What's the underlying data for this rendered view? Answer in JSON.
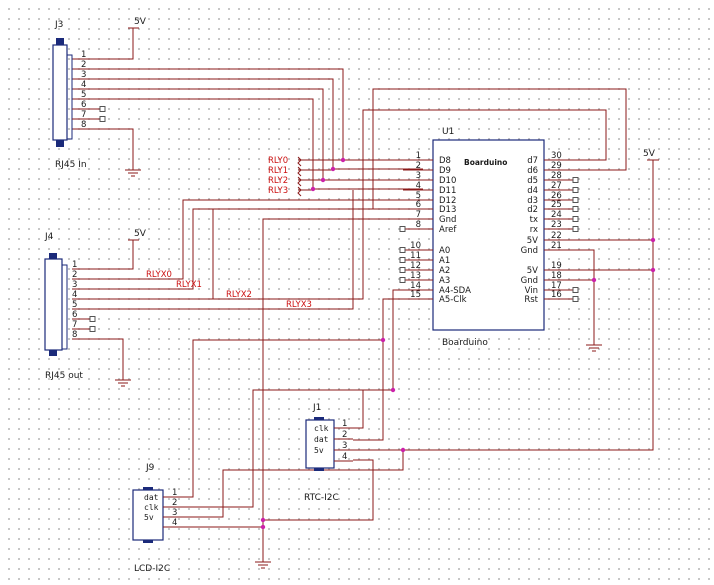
{
  "power": {
    "label": "5V"
  },
  "j3": {
    "ref": "J3",
    "name": "RJ45 In",
    "pins": [
      "1",
      "2",
      "3",
      "4",
      "5",
      "6",
      "7",
      "8"
    ]
  },
  "j4": {
    "ref": "J4",
    "name": "RJ45 out",
    "pins": [
      "1",
      "2",
      "3",
      "4",
      "5",
      "6",
      "7",
      "8"
    ]
  },
  "u1": {
    "ref": "U1",
    "name": "Boarduino",
    "title": "Boarduino",
    "left_pins": [
      {
        "num": "1",
        "name": "D8"
      },
      {
        "num": "2",
        "name": "D9"
      },
      {
        "num": "3",
        "name": "D10"
      },
      {
        "num": "4",
        "name": "D11"
      },
      {
        "num": "5",
        "name": "D12"
      },
      {
        "num": "6",
        "name": "D13"
      },
      {
        "num": "7",
        "name": "Gnd"
      },
      {
        "num": "8",
        "name": "Aref"
      },
      {
        "num": "10",
        "name": "A0"
      },
      {
        "num": "11",
        "name": "A1"
      },
      {
        "num": "12",
        "name": "A2"
      },
      {
        "num": "13",
        "name": "A3"
      },
      {
        "num": "14",
        "name": "A4-SDA"
      },
      {
        "num": "15",
        "name": "A5-Clk"
      }
    ],
    "right_pins": [
      {
        "num": "30",
        "name": "d7"
      },
      {
        "num": "29",
        "name": "d6"
      },
      {
        "num": "28",
        "name": "d5"
      },
      {
        "num": "27",
        "name": "d4"
      },
      {
        "num": "26",
        "name": "d3"
      },
      {
        "num": "25",
        "name": "d2"
      },
      {
        "num": "24",
        "name": "tx"
      },
      {
        "num": "23",
        "name": "rx"
      },
      {
        "num": "22",
        "name": "5V"
      },
      {
        "num": "21",
        "name": "Gnd"
      },
      {
        "num": "19",
        "name": "5V"
      },
      {
        "num": "18",
        "name": "Gnd"
      },
      {
        "num": "17",
        "name": "Vin"
      },
      {
        "num": "16",
        "name": "Rst"
      }
    ]
  },
  "j1": {
    "ref": "J1",
    "name": "RTC-I2C",
    "pins": [
      {
        "num": "1",
        "name": "clk"
      },
      {
        "num": "2",
        "name": "dat"
      },
      {
        "num": "3",
        "name": "5v"
      },
      {
        "num": "4",
        "name": ""
      }
    ]
  },
  "j9": {
    "ref": "J9",
    "name": "LCD-I2C",
    "pins": [
      {
        "num": "1",
        "name": "dat"
      },
      {
        "num": "2",
        "name": "clk"
      },
      {
        "num": "3",
        "name": "5v"
      },
      {
        "num": "4",
        "name": ""
      }
    ]
  },
  "relay_in": [
    "RLY0",
    "RLY1",
    "RLY2",
    "RLY3"
  ],
  "relay_out": [
    "RLYX0",
    "RLYX1",
    "RLYX2",
    "RLYX3"
  ]
}
